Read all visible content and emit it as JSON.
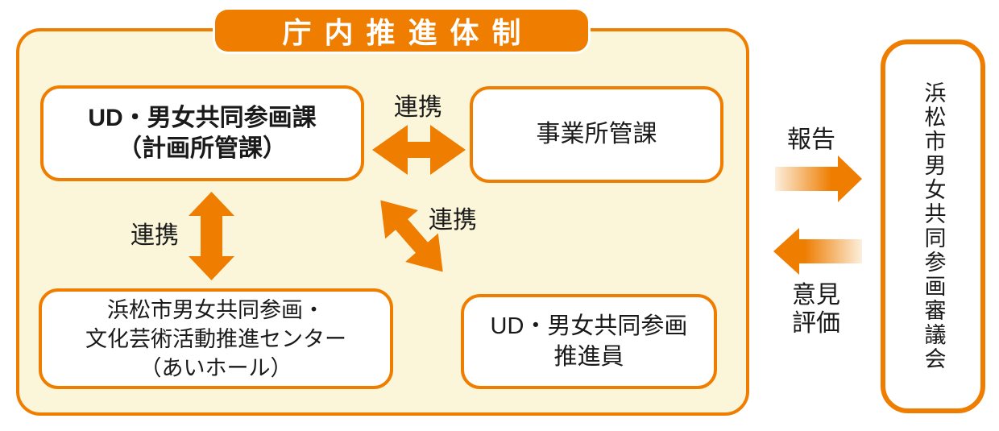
{
  "title": "庁内推進体制",
  "panel": {
    "boxes": {
      "planning": {
        "label": "UD・男女共同参画課\n（計画所管課）"
      },
      "business": {
        "label": "事業所管課"
      },
      "center": {
        "label": "浜松市男女共同参画・\n文化芸術活動推進センター\n（あいホール）"
      },
      "promoter": {
        "label": "UD・男女共同参画\n推進員"
      }
    },
    "arrow_labels": {
      "cooperation_top": "連携",
      "cooperation_left": "連携",
      "cooperation_diagonal": "連携"
    }
  },
  "external": {
    "council": {
      "label": "浜松市男女共同参画審議会"
    },
    "report": {
      "label": "報告"
    },
    "feedback": {
      "label": "意見\n評価"
    }
  },
  "colors": {
    "orange": "#EE7D00",
    "cream_background": "#FBF6DA",
    "arrow_gradient_light": "#FCEFDD",
    "text": "#1A1A1A",
    "title_text": "#FFFFFF"
  }
}
